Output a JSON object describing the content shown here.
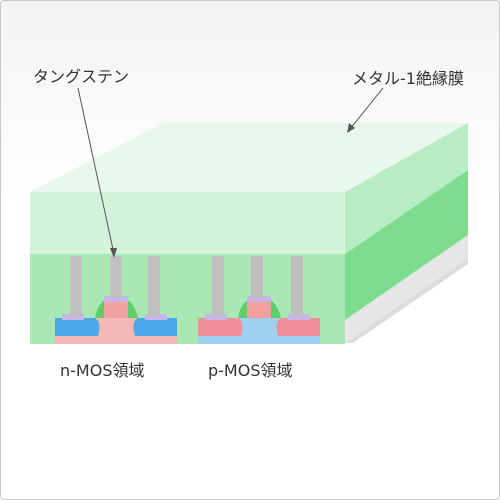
{
  "labels": {
    "tungsten": "タングステン",
    "metal_insulator": "メタル-1絶縁膜",
    "nmos_region": "n-MOS領域",
    "pmos_region": "p-MOS領域"
  },
  "colors": {
    "insulator_top": "#e9f8ec",
    "insulator_front": "#d3f3da",
    "insulator_side_upper": "#b8ecc3",
    "insulator_side_lower": "#7edc8f",
    "insulator_lower_front": "#a9e8b5",
    "substrate_side": "#e0e0e0",
    "tungsten": "#bfbfbf",
    "n_well": "#f2b8b8",
    "n_diffusion": "#4aa8e8",
    "p_well": "#9fd0f2",
    "p_diffusion": "#f08f9a",
    "gate": "#f2a0a0",
    "gate_cap": "#c9b6e8",
    "spacer": "#5fce6a",
    "leader": "#555555"
  }
}
